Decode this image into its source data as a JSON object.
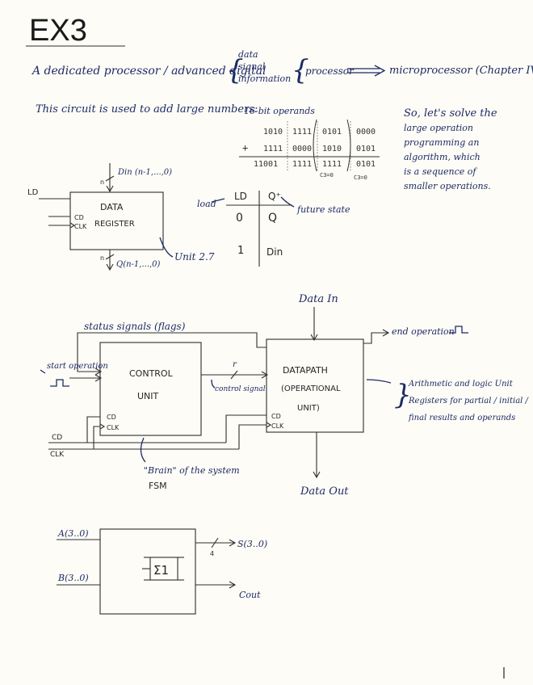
{
  "header": {
    "title": "EX3",
    "intro_line": "A dedicated processor / advanced digital",
    "brace_items": [
      "data",
      "signal",
      "information"
    ],
    "processor_word": "processor",
    "micro_text": "microprocessor (Chapter IV)"
  },
  "section1": {
    "sentence": "This circuit is used to add large numbers:",
    "operands_title": "16-bit operands",
    "row1": [
      "1010",
      "1111",
      "0101",
      "0000"
    ],
    "row2": [
      "+",
      "1111",
      "0000",
      "1010",
      "0101"
    ],
    "result": [
      "11001",
      "1111",
      "1111",
      "0101"
    ],
    "carry_labels": [
      "C3=0",
      "C3=0"
    ],
    "note_lines": [
      "So, let's solve the",
      "large operation",
      "programming an",
      "algorithm, which",
      "is a sequence of",
      "smaller operations."
    ]
  },
  "register": {
    "din_label": "Din (n-1,...,0)",
    "n_top": "n",
    "n_bottom": "n",
    "ld_label": "LD",
    "cd_label": "CD",
    "clk_label": "CLK",
    "name_line1": "DATA",
    "name_line2": "REGISTER",
    "q_label": "Q(n-1,...,0)",
    "unit_ref": "Unit 2.7"
  },
  "truth_table": {
    "load_label": "load",
    "col_ld": "LD",
    "col_q": "Q⁺",
    "future_label": "future state",
    "rows": [
      [
        "0",
        "Q"
      ],
      [
        "1",
        "Din"
      ]
    ]
  },
  "system": {
    "data_in": "Data In",
    "status_signals": "status signals (flags)",
    "end_operation": "end operation",
    "start_operation": "start operation",
    "control_line1": "CONTROL",
    "control_line2": "UNIT",
    "datapath_line1": "DATAPATH",
    "datapath_line2": "(OPERATIONAL",
    "datapath_line3": "UNIT)",
    "control_signal": "control signal",
    "r_label": "r",
    "cd_left": "CD",
    "clk_left": "CLK",
    "cd_ctrl": "CD",
    "clk_ctrl": "CLK",
    "cd_dp": "CD",
    "clk_dp": "CLK",
    "brain_label": "\"Brain\" of the system",
    "fsm_label": "FSM",
    "data_out": "Data Out",
    "dp_note_lines": [
      "Arithmetic and logic Unit",
      "Registers for partial / initial /",
      "final results and operands"
    ]
  },
  "adder": {
    "a_label": "A(3..0)",
    "b_label": "B(3..0)",
    "sigma": "Σ1",
    "four": "4",
    "s_label": "S(3..0)",
    "cout_label": "Cout"
  }
}
